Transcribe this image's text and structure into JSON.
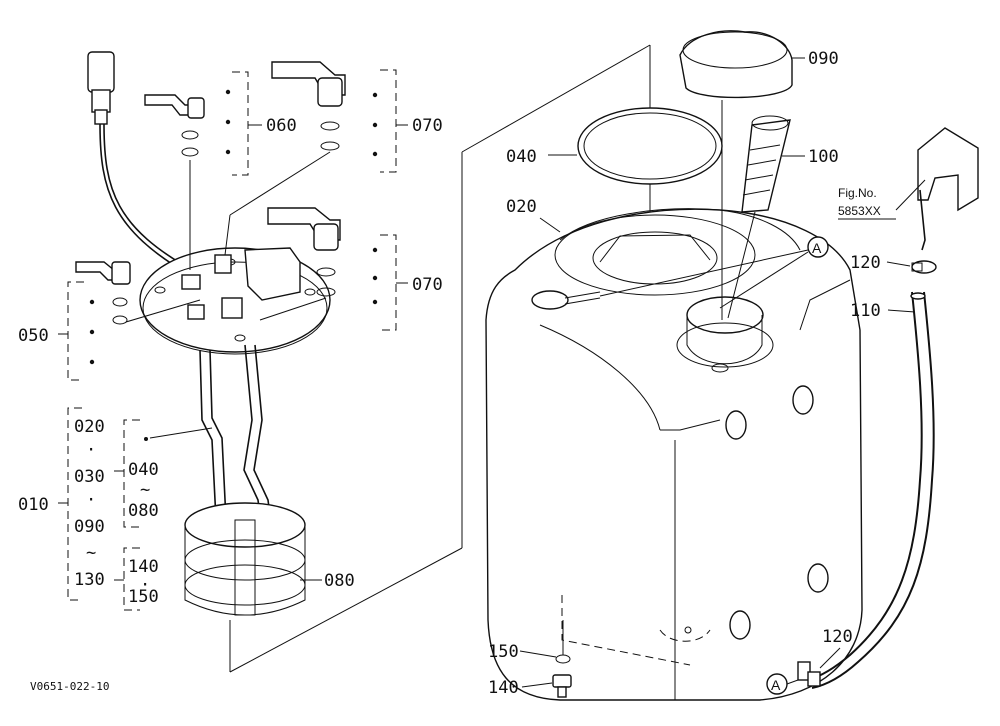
{
  "diagram": {
    "figure_code": "V0651-022-10",
    "fig_ref_prefix": "Fig.No.",
    "fig_ref_number": "5853XX",
    "callout_letter": "A",
    "part_labels": {
      "p010": "010",
      "p020_tank": "020",
      "p020_list": "020",
      "p030": "030",
      "p040_list": "040",
      "p040_ring": "040",
      "p050": "050",
      "p060": "060",
      "p070_top": "070",
      "p070_mid": "070",
      "p080_list": "080",
      "p080_sender": "080",
      "p090_list": "090",
      "p090_cap": "090",
      "p100": "100",
      "p110": "110",
      "p120_top": "120",
      "p120_bot": "120",
      "p130": "130",
      "p140_list": "140",
      "p140_bolt": "140",
      "p150_list": "150",
      "p150_washer": "150"
    },
    "range_marks": {
      "dot": "·",
      "tilde": "~"
    }
  }
}
